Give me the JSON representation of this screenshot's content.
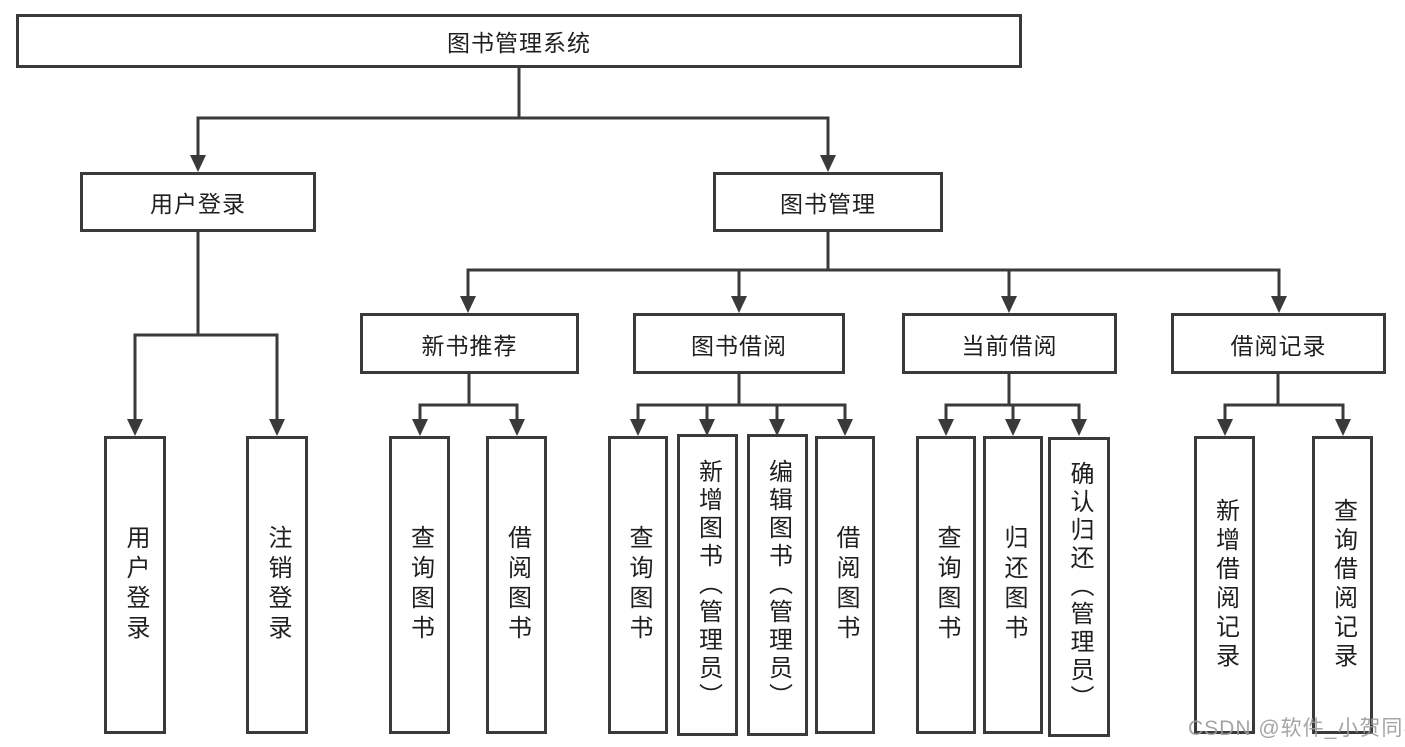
{
  "page": {
    "background": "#ffffff"
  },
  "colors": {
    "line": "#3a3a3a",
    "box_border": "#3a3a3a",
    "text": "#1f1f1f",
    "watermark": "#9b9b9b"
  },
  "watermark": {
    "text": "CSDN @软件_小贺同学"
  },
  "tree": {
    "root": {
      "label": "图书管理系统"
    },
    "branches": [
      {
        "label": "用户登录",
        "children": [
          {
            "label": "用户登录"
          },
          {
            "label": "注销登录"
          }
        ]
      },
      {
        "label": "图书管理",
        "children": [
          {
            "label": "新书推荐",
            "children": [
              {
                "label": "查询图书"
              },
              {
                "label": "借阅图书"
              }
            ]
          },
          {
            "label": "图书借阅",
            "children": [
              {
                "label": "查询图书"
              },
              {
                "label": "新增图书（管理员）"
              },
              {
                "label": "编辑图书（管理员）"
              },
              {
                "label": "借阅图书"
              }
            ]
          },
          {
            "label": "当前借阅",
            "children": [
              {
                "label": "查询图书"
              },
              {
                "label": "归还图书"
              },
              {
                "label": "确认归还（管理员）"
              }
            ]
          },
          {
            "label": "借阅记录",
            "children": [
              {
                "label": "新增借阅记录"
              },
              {
                "label": "查询借阅记录"
              }
            ]
          }
        ]
      }
    ]
  }
}
